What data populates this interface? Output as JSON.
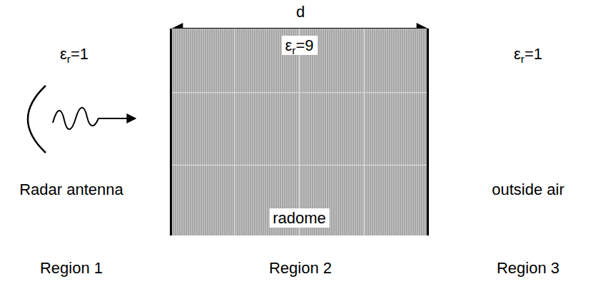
{
  "diagram": {
    "nodes": [
      {
        "text": [
          "εr=9",
          "radome"
        ]
      }
    ],
    "labels": [
      "d",
      "εr=1",
      "εr=1",
      "Radar antenna",
      "outside air",
      "Region 1",
      "Region 2",
      "Region 3"
    ]
  }
}
